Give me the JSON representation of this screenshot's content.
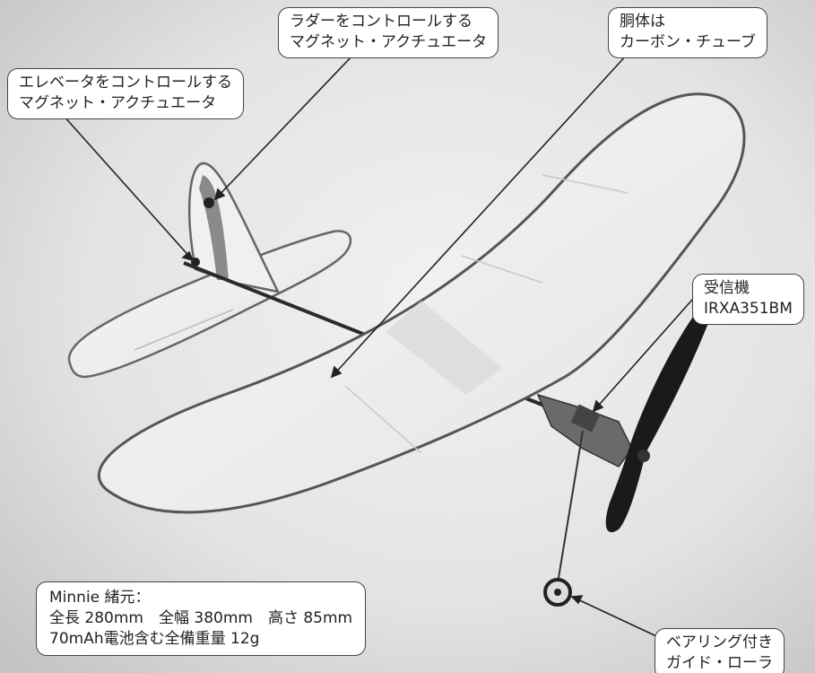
{
  "callouts": {
    "rudder": {
      "line1": "ラダーをコントロールする",
      "line2": "マグネット・アクチュエータ"
    },
    "fuselage": {
      "line1": "胴体は",
      "line2": "カーボン・チューブ"
    },
    "elevator": {
      "line1": "エレベータをコントロールする",
      "line2": "マグネット・アクチュエータ"
    },
    "receiver": {
      "line1": "受信機",
      "line2": "IRXA351BM"
    },
    "specs": {
      "line1": "Minnie 緒元：",
      "line2": "全長 280mm　全幅 380mm　高さ 85mm",
      "line3": "70mAh電池含む全備重量 12g"
    },
    "roller": {
      "line1": "ベアリング付き",
      "line2": "ガイド・ローラ"
    }
  },
  "colors": {
    "background": "#d9d9d9",
    "wing_covering": "#eeeeee",
    "wing_outline": "#555555",
    "rudder_fill": "#8a8a8a",
    "propeller": "#1a1a1a",
    "callout_border": "#444444"
  }
}
